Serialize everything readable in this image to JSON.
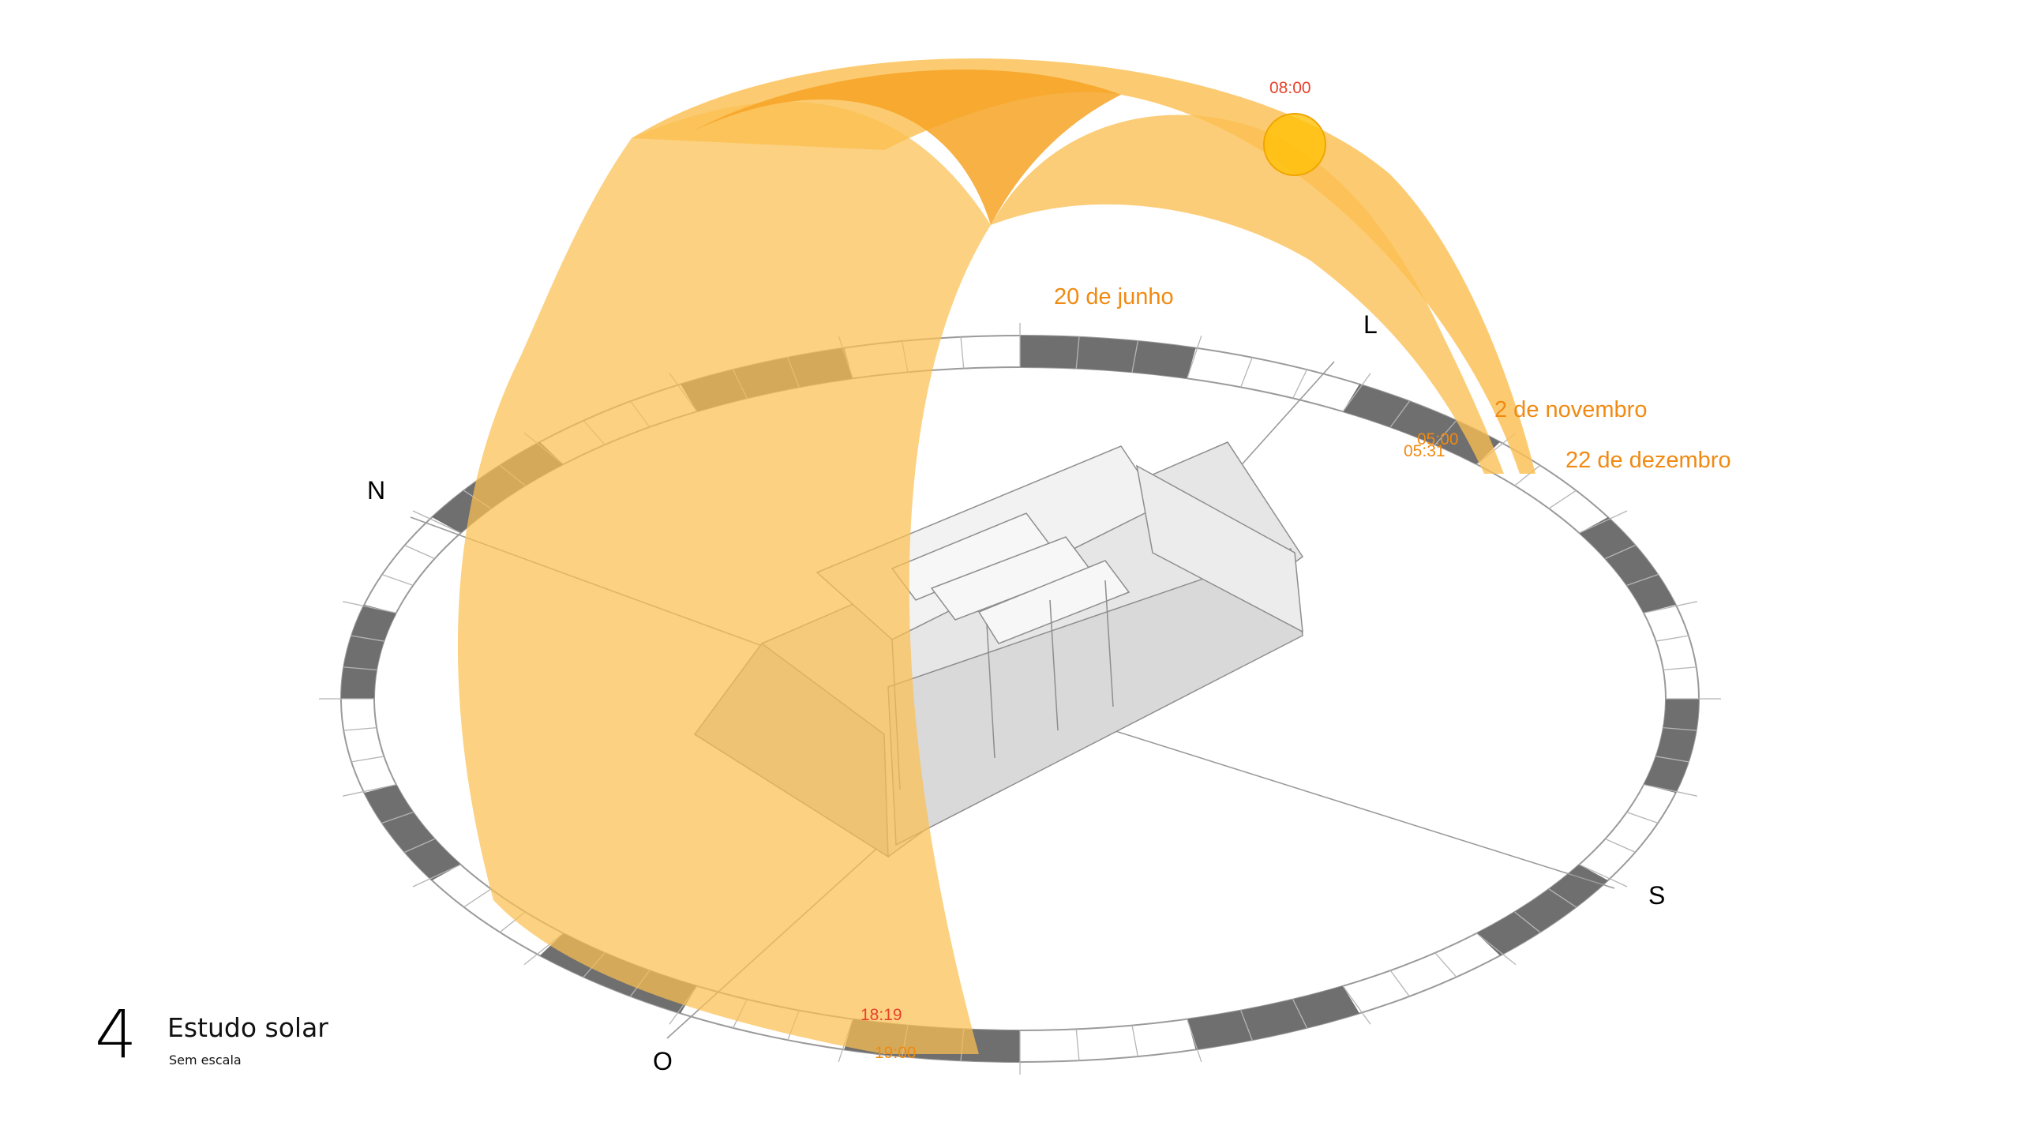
{
  "caption": {
    "number": "4",
    "title": "Estudo solar",
    "subtitle": "Sem escala"
  },
  "compass": {
    "north": "N",
    "east": "L",
    "south": "S",
    "west": "O"
  },
  "sun_paths": {
    "june": "20 de junho",
    "november": "2 de novembro",
    "december": "22 de dezembro"
  },
  "times": {
    "sun": "08:00",
    "sunrise_a": "05:00",
    "sunrise_b": "05:31",
    "sunset_a": "18:19",
    "sunset_b": "19:00"
  },
  "colors": {
    "path_fill": "#fbbf52",
    "path_dark": "#f7a324",
    "label_orange": "#f08a12",
    "time_red": "#e8412a",
    "sun": "#ffc107",
    "ring_dark": "#6f6f6f"
  }
}
